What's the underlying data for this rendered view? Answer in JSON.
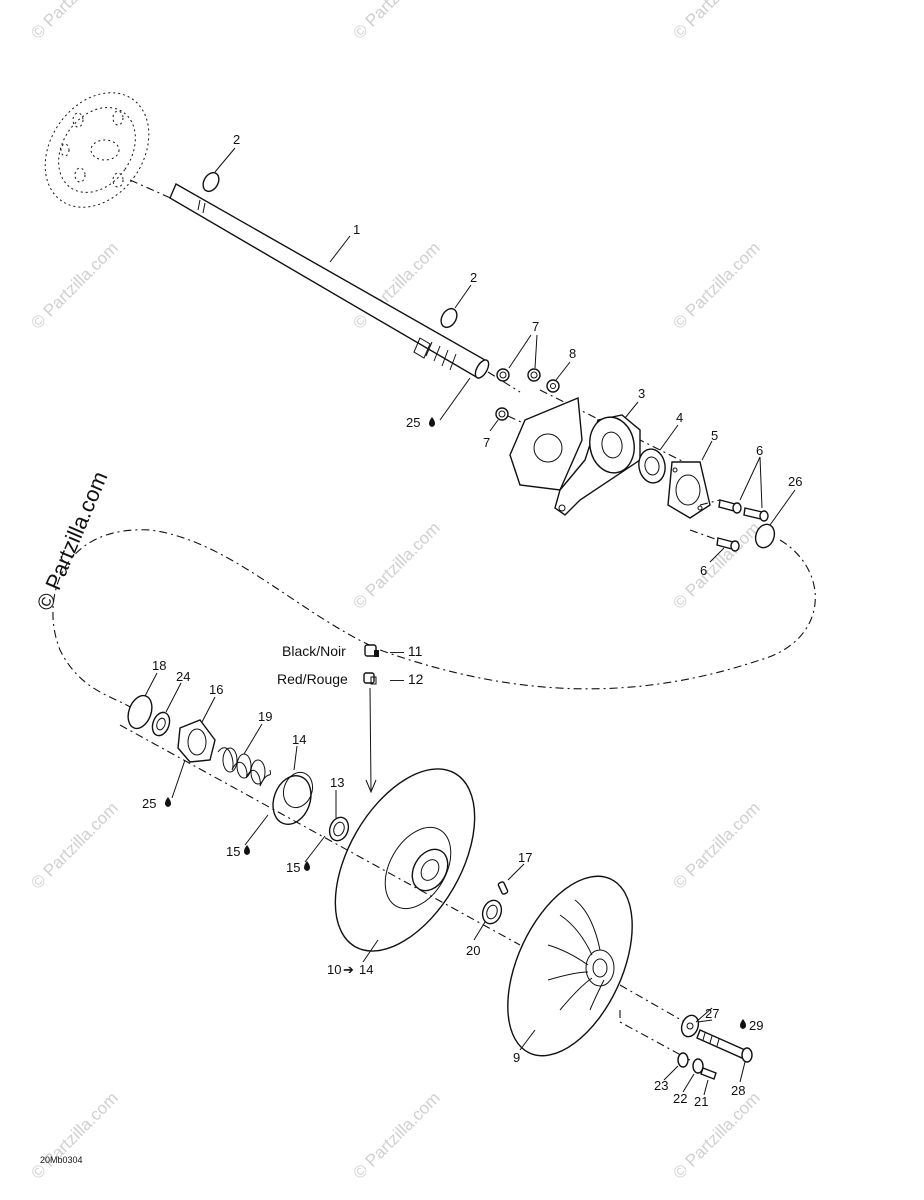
{
  "watermark": "© Partzilla.com",
  "side_brand": "© Partzilla.com",
  "diagram_code": "20Mb0304",
  "legend": {
    "black_label": "Black/Noir",
    "black_ref": "— 11",
    "red_label": "Red/Rouge",
    "red_ref": "— 12"
  },
  "callouts": {
    "c1": "1",
    "c2a": "2",
    "c2b": "2",
    "c3": "3",
    "c4": "4",
    "c5": "5",
    "c6a": "6",
    "c6b": "6",
    "c7a": "7",
    "c7b": "7",
    "c8": "8",
    "c25a": "25",
    "c26": "26",
    "c18": "18",
    "c24": "24",
    "c16": "16",
    "c19": "19",
    "c14": "14",
    "c13": "13",
    "c25b": "25",
    "c15a": "15",
    "c15b": "15",
    "c17": "17",
    "c20": "20",
    "c10": "10",
    "c10to": "14",
    "c9": "9",
    "c27": "27",
    "c29": "29",
    "c28": "28",
    "c23": "23",
    "c22": "22",
    "c21": "21"
  }
}
